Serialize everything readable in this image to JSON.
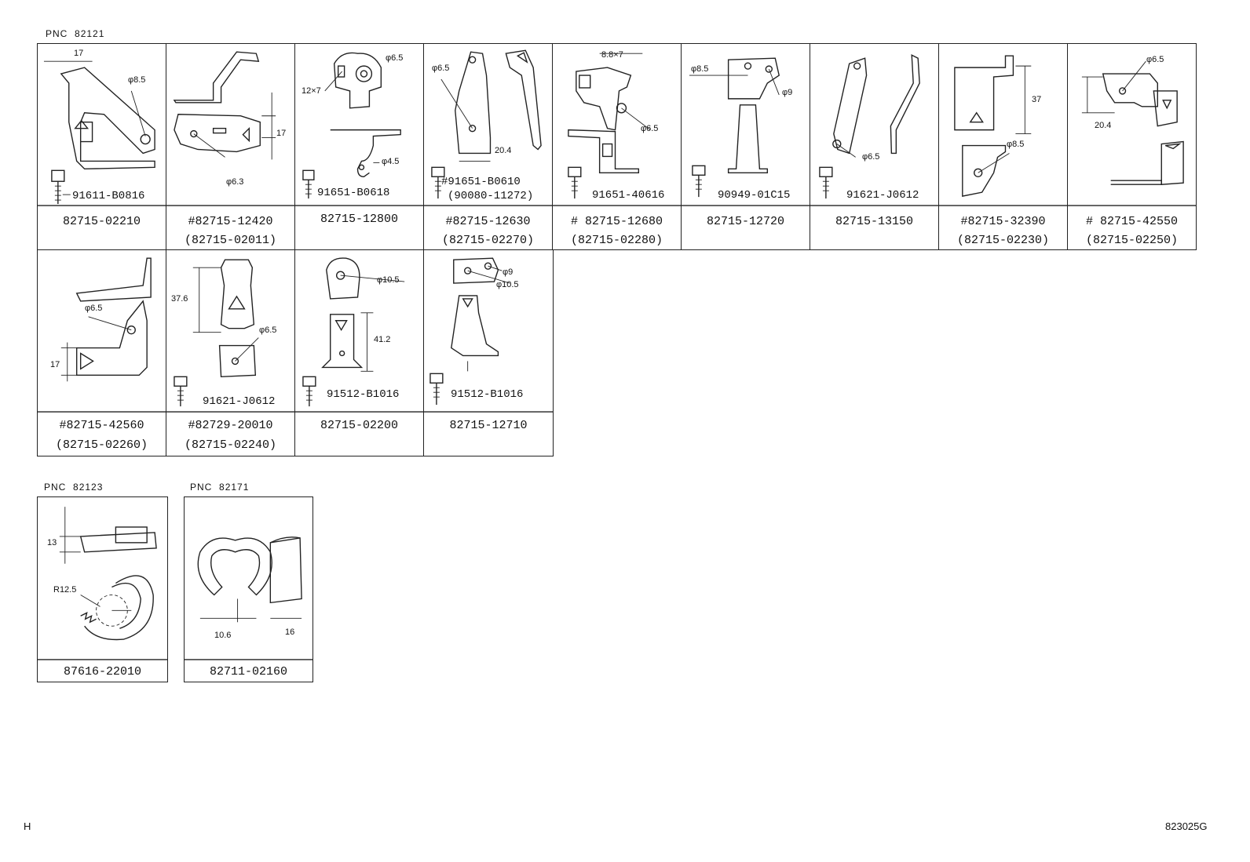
{
  "header": {
    "pnc_label": "PNC",
    "pnc_main": "82121",
    "pnc_b": "82123",
    "pnc_c": "82171"
  },
  "footer": {
    "left_mark": "H",
    "drawing_id": "823025G"
  },
  "row1": [
    {
      "part": "82715-02210",
      "sub": "",
      "bolt": "91611-B0816",
      "dims": [
        "17",
        "φ8.5"
      ]
    },
    {
      "part": "#82715-12420",
      "sub": "(82715-02011)",
      "bolt": "",
      "dims": [
        "17",
        "φ6.3"
      ]
    },
    {
      "part": "82715-12800",
      "sub": "",
      "bolt": "91651-B0618",
      "dims": [
        "φ6.5",
        "12×7",
        "φ4.5"
      ]
    },
    {
      "part": "#82715-12630",
      "sub": "(82715-02270)",
      "bolt": "#91651-B0610",
      "bolt2": "(90080-11272)",
      "dims": [
        "φ6.5",
        "20.4"
      ]
    },
    {
      "part": "# 82715-12680",
      "sub": "(82715-02280)",
      "bolt": "91651-40616",
      "dims": [
        "8.8×7",
        "φ6.5"
      ]
    },
    {
      "part": "82715-12720",
      "sub": "",
      "bolt": "90949-01C15",
      "dims": [
        "φ8.5",
        "φ9"
      ]
    },
    {
      "part": "82715-13150",
      "sub": "",
      "bolt": "91621-J0612",
      "dims": [
        "φ6.5"
      ]
    },
    {
      "part": "#82715-32390",
      "sub": "(82715-02230)",
      "bolt": "",
      "dims": [
        "37",
        "φ8.5"
      ]
    },
    {
      "part": "# 82715-42550",
      "sub": "(82715-02250)",
      "bolt": "",
      "dims": [
        "φ6.5",
        "20.4"
      ]
    }
  ],
  "row2": [
    {
      "part": "#82715-42560",
      "sub": "(82715-02260)",
      "bolt": "",
      "dims": [
        "φ6.5",
        "17"
      ]
    },
    {
      "part": "#82729-20010",
      "sub": "(82715-02240)",
      "bolt": "91621-J0612",
      "dims": [
        "37.6",
        "φ6.5"
      ]
    },
    {
      "part": "82715-02200",
      "sub": "",
      "bolt": "91512-B1016",
      "dims": [
        "φ10.5",
        "41.2"
      ]
    },
    {
      "part": "82715-12710",
      "sub": "",
      "bolt": "91512-B1016",
      "dims": [
        "φ9",
        "φ10.5"
      ]
    }
  ],
  "row3": [
    {
      "part": "87616-22010",
      "dims": [
        "13",
        "R12.5"
      ]
    },
    {
      "part": "82711-02160",
      "dims": [
        "10.6",
        "16"
      ]
    }
  ]
}
